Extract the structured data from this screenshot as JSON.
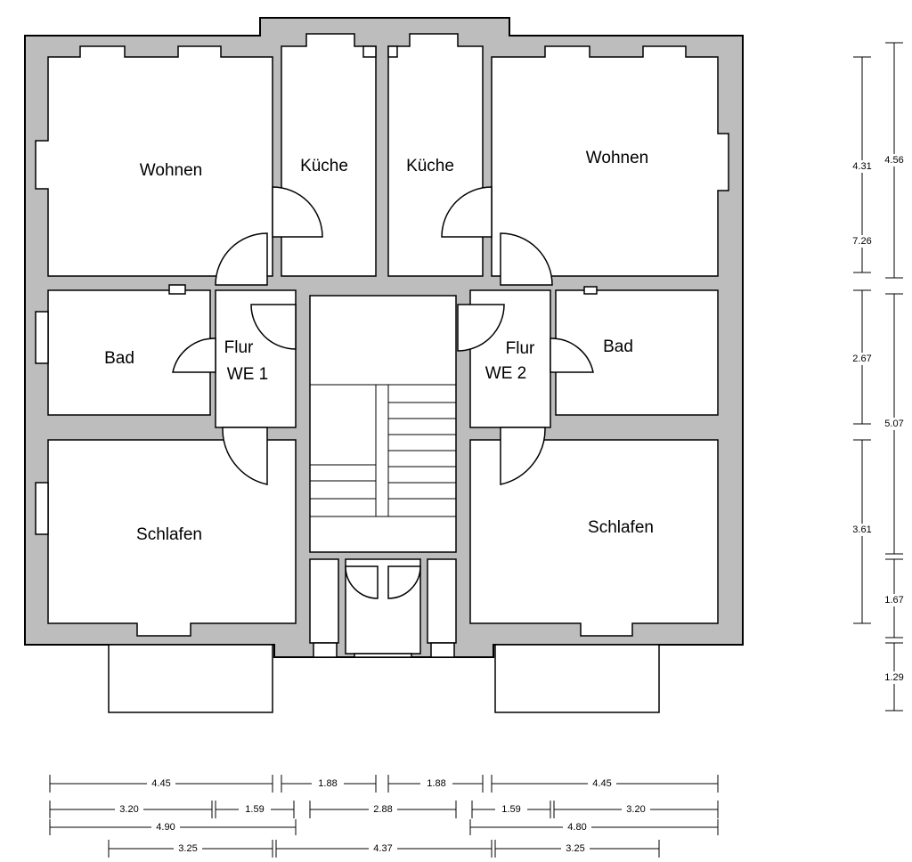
{
  "rooms": {
    "wohnen_left": "Wohnen",
    "kueche_left": "Küche",
    "kueche_right": "Küche",
    "wohnen_right": "Wohnen",
    "bad_left": "Bad",
    "flur_left_1": "Flur",
    "flur_left_2": "WE 1",
    "flur_right_1": "Flur",
    "flur_right_2": "WE 2",
    "bad_right": "Bad",
    "schlafen_left": "Schlafen",
    "schlafen_right": "Schlafen"
  },
  "dimensions": {
    "bottom": {
      "row1": [
        "4.45",
        "1.88",
        "1.88",
        "4.45"
      ],
      "row2": [
        "3.20",
        "1.59",
        "2.88",
        "1.59",
        "3.20"
      ],
      "row3": [
        "4.90",
        "4.80"
      ],
      "row4": [
        "3.25",
        "4.37",
        "3.25"
      ]
    },
    "right": {
      "col1": [
        "4.31",
        "7.26",
        "2.67",
        "3.61"
      ],
      "col2": [
        "4.56",
        "5.07",
        "1.67",
        "1.29"
      ]
    }
  }
}
